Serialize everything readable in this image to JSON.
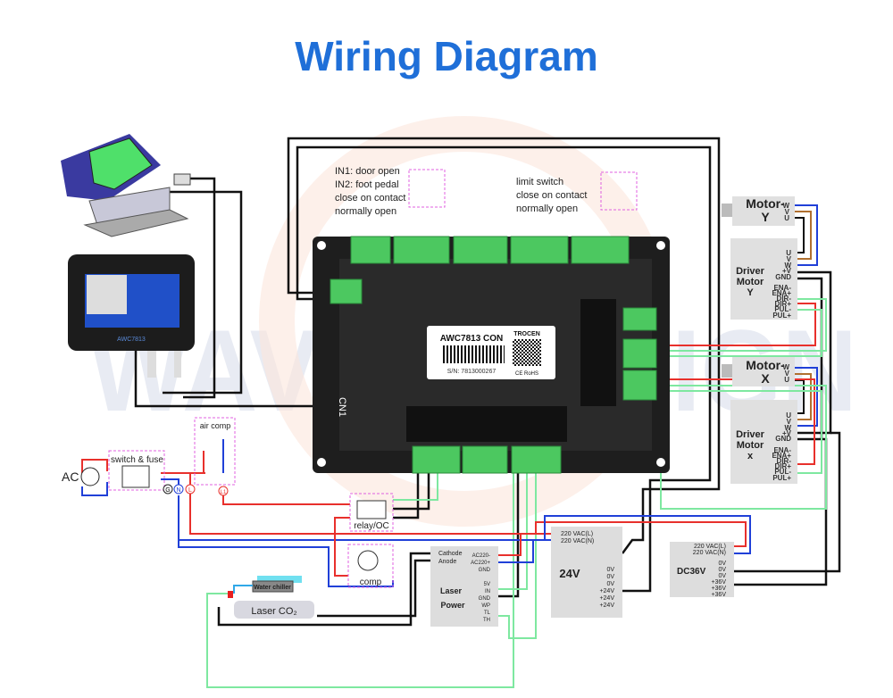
{
  "title": "Wiring Diagram",
  "watermark": "WAVETOPSIGN",
  "colors": {
    "title": "#1f6fd8",
    "live": "#e8302c",
    "neutral": "#2040d8",
    "signal": "#7ee8a0",
    "ground": "#222222",
    "brown": "#b07030",
    "connector": "#4cc860"
  },
  "controller": {
    "model": "AWC7813 CON",
    "brand": "TROCEN",
    "serial": "S/N: 7813000267",
    "marks": "CE RoHS",
    "port": "CN1"
  },
  "display": {
    "model": "AWC7813"
  },
  "inputs": {
    "lines": [
      "IN1: door open",
      "IN2: foot pedal",
      "close on contact",
      "normally open"
    ]
  },
  "limit": {
    "lines": [
      "limit switch",
      "close on contact",
      "normally open"
    ]
  },
  "motor_y": {
    "label1": "Motor-",
    "label2": "Y",
    "pins": [
      "W",
      "V",
      "U"
    ]
  },
  "driver_y": {
    "label1": "Driver",
    "label2": "Motor",
    "label3": "Y",
    "pins": [
      "U",
      "V",
      "W",
      "+V",
      "GND",
      "ENA-",
      "ENA+",
      "DIR-",
      "DIR+",
      "PUL-",
      "PUL+"
    ]
  },
  "motor_x": {
    "label1": "Motor-",
    "label2": "X",
    "pins": [
      "W",
      "V",
      "U"
    ]
  },
  "driver_x": {
    "label1": "Driver",
    "label2": "Motor",
    "label3": "x",
    "pins": [
      "U",
      "V",
      "W",
      "+V",
      "GND",
      "ENA-",
      "ENA+",
      "DIR-",
      "DIR+",
      "PUL-",
      "PUL+"
    ]
  },
  "ac": {
    "label": "AC",
    "switch_fuse": "switch & fuse",
    "g": "G",
    "n": "N",
    "l": "L",
    "l1": "L1"
  },
  "air_comp": "air comp",
  "relay": "relay/OC",
  "comp": "comp",
  "water_chiller": "Water chiller",
  "laser_tube": "Laser CO₂",
  "laser_power": {
    "label1": "Laser",
    "label2": "Power",
    "left_pins": [
      "Cathode",
      "Anode"
    ],
    "ac_pins": [
      "AC220-",
      "AC220+",
      "GND"
    ],
    "sig_pins": [
      "5V",
      "IN",
      "GND",
      "WP",
      "TL",
      "TH"
    ]
  },
  "psu24": {
    "label": "24V",
    "inputs": [
      "220 VAC(L)",
      "220 VAC(N)"
    ],
    "outputs": [
      "0V",
      "0V",
      "0V",
      "+24V",
      "+24V",
      "+24V"
    ]
  },
  "psu36": {
    "label": "DC36V",
    "inputs": [
      "220 VAC(L)",
      "220 VAC(N)"
    ],
    "outputs": [
      "0V",
      "0V",
      "0V",
      "+36V",
      "+36V",
      "+36V"
    ]
  }
}
